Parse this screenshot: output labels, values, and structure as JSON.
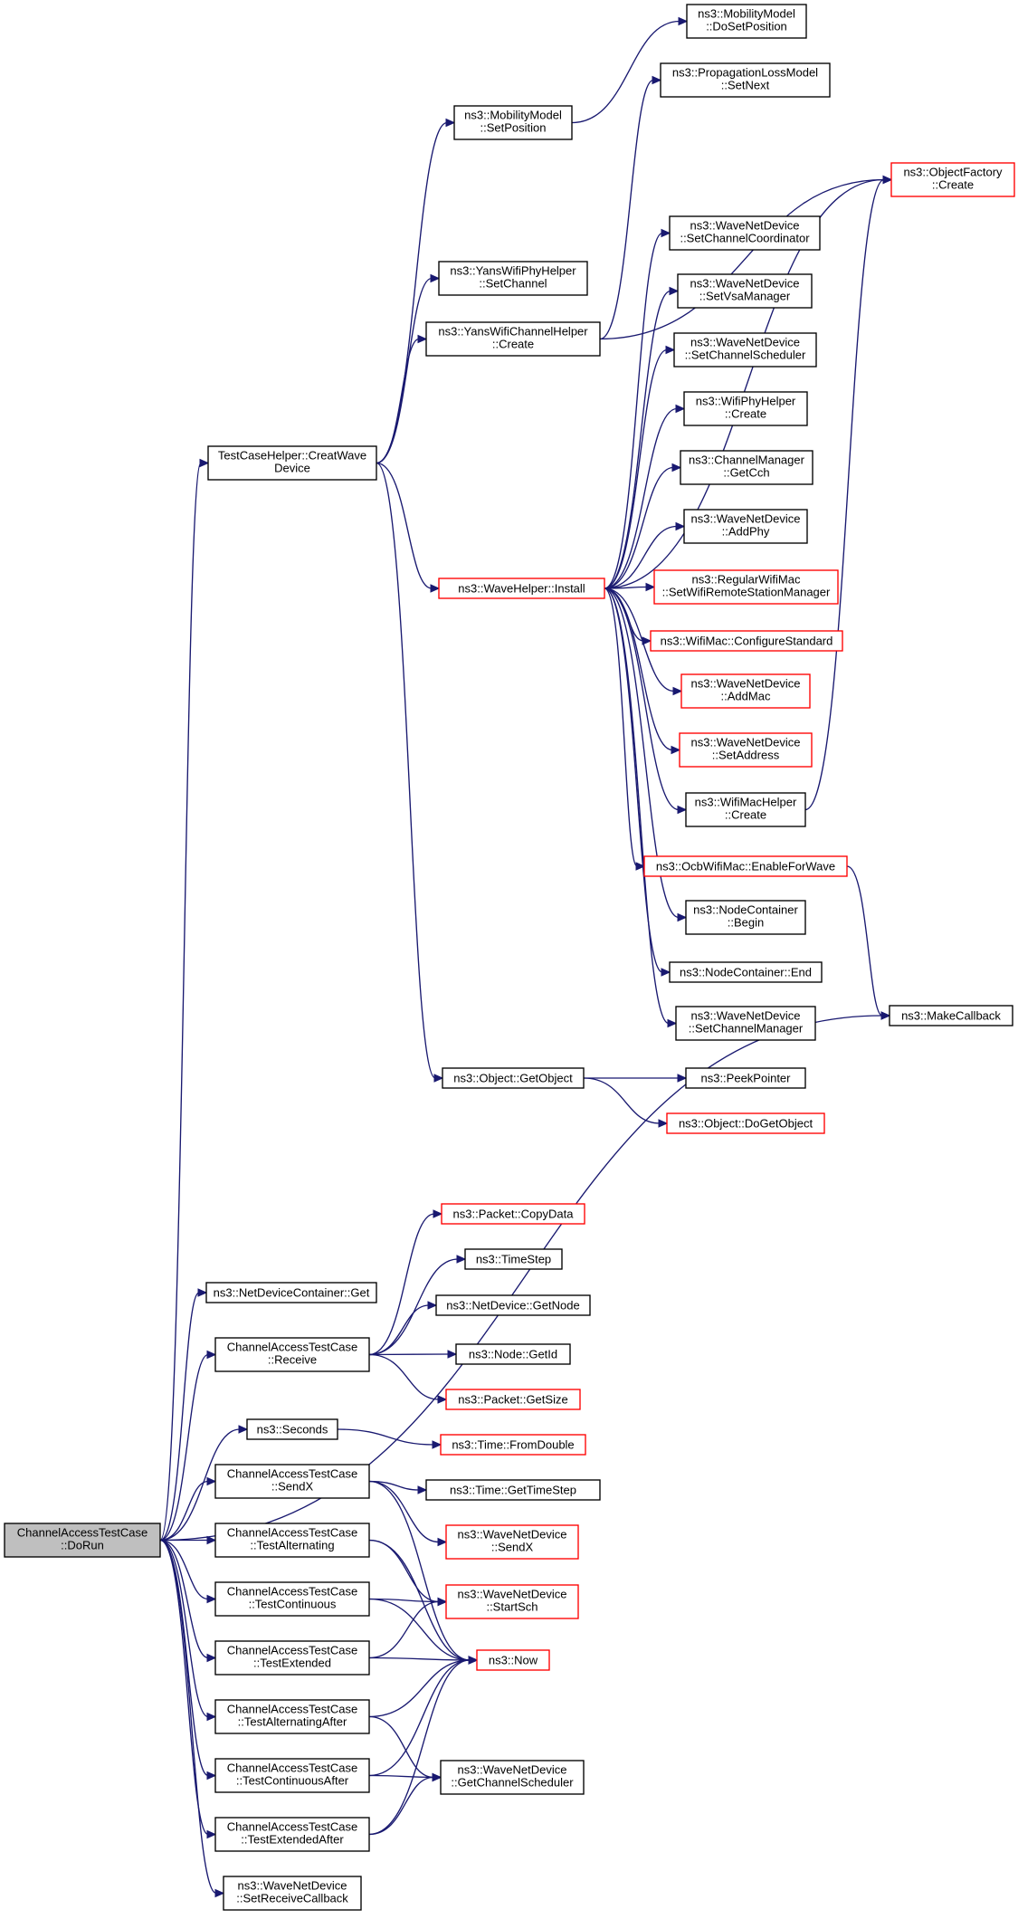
{
  "diagram": {
    "type": "call-graph",
    "nodes": [
      {
        "id": "dorun",
        "lines": [
          "ChannelAccessTestCase",
          "::DoRun"
        ],
        "style": "root"
      },
      {
        "id": "dosetpos",
        "lines": [
          "ns3::MobilityModel",
          "::DoSetPosition"
        ],
        "style": "normal"
      },
      {
        "id": "setnext",
        "lines": [
          "ns3::PropagationLossModel",
          "::SetNext"
        ],
        "style": "normal"
      },
      {
        "id": "setpos",
        "lines": [
          "ns3::MobilityModel",
          "::SetPosition"
        ],
        "style": "normal"
      },
      {
        "id": "objfactory",
        "lines": [
          "ns3::ObjectFactory",
          "::Create"
        ],
        "style": "red"
      },
      {
        "id": "setchcoord",
        "lines": [
          "ns3::WaveNetDevice",
          "::SetChannelCoordinator"
        ],
        "style": "normal"
      },
      {
        "id": "yansphy",
        "lines": [
          "ns3::YansWifiPhyHelper",
          "::SetChannel"
        ],
        "style": "normal"
      },
      {
        "id": "setvsa",
        "lines": [
          "ns3::WaveNetDevice",
          "::SetVsaManager"
        ],
        "style": "normal"
      },
      {
        "id": "yanschan",
        "lines": [
          "ns3::YansWifiChannelHelper",
          "::Create"
        ],
        "style": "normal"
      },
      {
        "id": "setchsched",
        "lines": [
          "ns3::WaveNetDevice",
          "::SetChannelScheduler"
        ],
        "style": "normal"
      },
      {
        "id": "wifiphy",
        "lines": [
          "ns3::WifiPhyHelper",
          "::Create"
        ],
        "style": "normal"
      },
      {
        "id": "creatwave",
        "lines": [
          "TestCaseHelper::CreatWave",
          "Device"
        ],
        "style": "normal"
      },
      {
        "id": "getcch",
        "lines": [
          "ns3::ChannelManager",
          "::GetCch"
        ],
        "style": "normal"
      },
      {
        "id": "addphy",
        "lines": [
          "ns3::WaveNetDevice",
          "::AddPhy"
        ],
        "style": "normal"
      },
      {
        "id": "install",
        "lines": [
          "ns3::WaveHelper::Install"
        ],
        "style": "red"
      },
      {
        "id": "regwifi",
        "lines": [
          "ns3::RegularWifiMac",
          "::SetWifiRemoteStationManager"
        ],
        "style": "red"
      },
      {
        "id": "configstd",
        "lines": [
          "ns3::WifiMac::ConfigureStandard"
        ],
        "style": "red"
      },
      {
        "id": "addmac",
        "lines": [
          "ns3::WaveNetDevice",
          "::AddMac"
        ],
        "style": "red"
      },
      {
        "id": "setaddr",
        "lines": [
          "ns3::WaveNetDevice",
          "::SetAddress"
        ],
        "style": "red"
      },
      {
        "id": "wifimac",
        "lines": [
          "ns3::WifiMacHelper",
          "::Create"
        ],
        "style": "normal"
      },
      {
        "id": "ocb",
        "lines": [
          "ns3::OcbWifiMac::EnableForWave"
        ],
        "style": "red"
      },
      {
        "id": "ncbegin",
        "lines": [
          "ns3::NodeContainer",
          "::Begin"
        ],
        "style": "normal"
      },
      {
        "id": "ncend",
        "lines": [
          "ns3::NodeContainer::End"
        ],
        "style": "normal"
      },
      {
        "id": "makecb",
        "lines": [
          "ns3::MakeCallback"
        ],
        "style": "normal"
      },
      {
        "id": "setchmgr",
        "lines": [
          "ns3::WaveNetDevice",
          "::SetChannelManager"
        ],
        "style": "normal"
      },
      {
        "id": "getobj",
        "lines": [
          "ns3::Object::GetObject"
        ],
        "style": "normal"
      },
      {
        "id": "peek",
        "lines": [
          "ns3::PeekPointer"
        ],
        "style": "normal"
      },
      {
        "id": "dogetobj",
        "lines": [
          "ns3::Object::DoGetObject"
        ],
        "style": "red"
      },
      {
        "id": "copydata",
        "lines": [
          "ns3::Packet::CopyData"
        ],
        "style": "red"
      },
      {
        "id": "timestep",
        "lines": [
          "ns3::TimeStep"
        ],
        "style": "normal"
      },
      {
        "id": "ndcget",
        "lines": [
          "ns3::NetDeviceContainer::Get"
        ],
        "style": "normal"
      },
      {
        "id": "getnode",
        "lines": [
          "ns3::NetDevice::GetNode"
        ],
        "style": "normal"
      },
      {
        "id": "receive",
        "lines": [
          "ChannelAccessTestCase",
          "::Receive"
        ],
        "style": "normal"
      },
      {
        "id": "nodegetid",
        "lines": [
          "ns3::Node::GetId"
        ],
        "style": "normal"
      },
      {
        "id": "getsize",
        "lines": [
          "ns3::Packet::GetSize"
        ],
        "style": "red"
      },
      {
        "id": "seconds",
        "lines": [
          "ns3::Seconds"
        ],
        "style": "normal"
      },
      {
        "id": "fromdouble",
        "lines": [
          "ns3::Time::FromDouble"
        ],
        "style": "red"
      },
      {
        "id": "sendx",
        "lines": [
          "ChannelAccessTestCase",
          "::SendX"
        ],
        "style": "normal"
      },
      {
        "id": "gettimestep",
        "lines": [
          "ns3::Time::GetTimeStep"
        ],
        "style": "normal"
      },
      {
        "id": "wndsendx",
        "lines": [
          "ns3::WaveNetDevice",
          "::SendX"
        ],
        "style": "red"
      },
      {
        "id": "testalt",
        "lines": [
          "ChannelAccessTestCase",
          "::TestAlternating"
        ],
        "style": "normal"
      },
      {
        "id": "testcont",
        "lines": [
          "ChannelAccessTestCase",
          "::TestContinuous"
        ],
        "style": "normal"
      },
      {
        "id": "startsch",
        "lines": [
          "ns3::WaveNetDevice",
          "::StartSch"
        ],
        "style": "red"
      },
      {
        "id": "testext",
        "lines": [
          "ChannelAccessTestCase",
          "::TestExtended"
        ],
        "style": "normal"
      },
      {
        "id": "now",
        "lines": [
          "ns3::Now"
        ],
        "style": "red"
      },
      {
        "id": "testaltafter",
        "lines": [
          "ChannelAccessTestCase",
          "::TestAlternatingAfter"
        ],
        "style": "normal"
      },
      {
        "id": "testcontafter",
        "lines": [
          "ChannelAccessTestCase",
          "::TestContinuousAfter"
        ],
        "style": "normal"
      },
      {
        "id": "getchsched",
        "lines": [
          "ns3::WaveNetDevice",
          "::GetChannelScheduler"
        ],
        "style": "normal"
      },
      {
        "id": "testextafter",
        "lines": [
          "ChannelAccessTestCase",
          "::TestExtendedAfter"
        ],
        "style": "normal"
      },
      {
        "id": "setrecvcb",
        "lines": [
          "ns3::WaveNetDevice",
          "::SetReceiveCallback"
        ],
        "style": "normal"
      }
    ],
    "edges": [
      {
        "from": "setpos",
        "to": "dosetpos"
      },
      {
        "from": "creatwave",
        "to": "setpos"
      },
      {
        "from": "creatwave",
        "to": "yansphy"
      },
      {
        "from": "creatwave",
        "to": "yanschan"
      },
      {
        "from": "creatwave",
        "to": "install"
      },
      {
        "from": "creatwave",
        "to": "getobj"
      },
      {
        "from": "yanschan",
        "to": "setnext"
      },
      {
        "from": "yanschan",
        "to": "objfactory"
      },
      {
        "from": "install",
        "to": "objfactory"
      },
      {
        "from": "install",
        "to": "setchcoord"
      },
      {
        "from": "install",
        "to": "setvsa"
      },
      {
        "from": "install",
        "to": "setchsched"
      },
      {
        "from": "install",
        "to": "wifiphy"
      },
      {
        "from": "install",
        "to": "getcch"
      },
      {
        "from": "install",
        "to": "addphy"
      },
      {
        "from": "install",
        "to": "regwifi"
      },
      {
        "from": "install",
        "to": "configstd"
      },
      {
        "from": "install",
        "to": "addmac"
      },
      {
        "from": "install",
        "to": "setaddr"
      },
      {
        "from": "install",
        "to": "wifimac"
      },
      {
        "from": "install",
        "to": "ocb"
      },
      {
        "from": "install",
        "to": "ncbegin"
      },
      {
        "from": "install",
        "to": "ncend"
      },
      {
        "from": "install",
        "to": "setchmgr"
      },
      {
        "from": "wifimac",
        "to": "objfactory"
      },
      {
        "from": "ocb",
        "to": "makecb"
      },
      {
        "from": "getobj",
        "to": "peek"
      },
      {
        "from": "getobj",
        "to": "dogetobj"
      },
      {
        "from": "dorun",
        "to": "creatwave"
      },
      {
        "from": "dorun",
        "to": "makecb"
      },
      {
        "from": "dorun",
        "to": "ndcget"
      },
      {
        "from": "dorun",
        "to": "receive"
      },
      {
        "from": "dorun",
        "to": "seconds"
      },
      {
        "from": "dorun",
        "to": "sendx"
      },
      {
        "from": "dorun",
        "to": "testalt"
      },
      {
        "from": "dorun",
        "to": "testcont"
      },
      {
        "from": "dorun",
        "to": "testext"
      },
      {
        "from": "dorun",
        "to": "testaltafter"
      },
      {
        "from": "dorun",
        "to": "testcontafter"
      },
      {
        "from": "dorun",
        "to": "testextafter"
      },
      {
        "from": "dorun",
        "to": "setrecvcb"
      },
      {
        "from": "receive",
        "to": "copydata"
      },
      {
        "from": "receive",
        "to": "timestep"
      },
      {
        "from": "receive",
        "to": "getnode"
      },
      {
        "from": "receive",
        "to": "nodegetid"
      },
      {
        "from": "receive",
        "to": "getsize"
      },
      {
        "from": "seconds",
        "to": "fromdouble"
      },
      {
        "from": "sendx",
        "to": "gettimestep"
      },
      {
        "from": "sendx",
        "to": "wndsendx"
      },
      {
        "from": "sendx",
        "to": "now"
      },
      {
        "from": "testalt",
        "to": "startsch"
      },
      {
        "from": "testalt",
        "to": "now"
      },
      {
        "from": "testcont",
        "to": "startsch"
      },
      {
        "from": "testcont",
        "to": "now"
      },
      {
        "from": "testext",
        "to": "startsch"
      },
      {
        "from": "testext",
        "to": "now"
      },
      {
        "from": "testaltafter",
        "to": "now"
      },
      {
        "from": "testaltafter",
        "to": "getchsched"
      },
      {
        "from": "testcontafter",
        "to": "now"
      },
      {
        "from": "testcontafter",
        "to": "getchsched"
      },
      {
        "from": "testextafter",
        "to": "now"
      },
      {
        "from": "testextafter",
        "to": "getchsched"
      }
    ]
  }
}
